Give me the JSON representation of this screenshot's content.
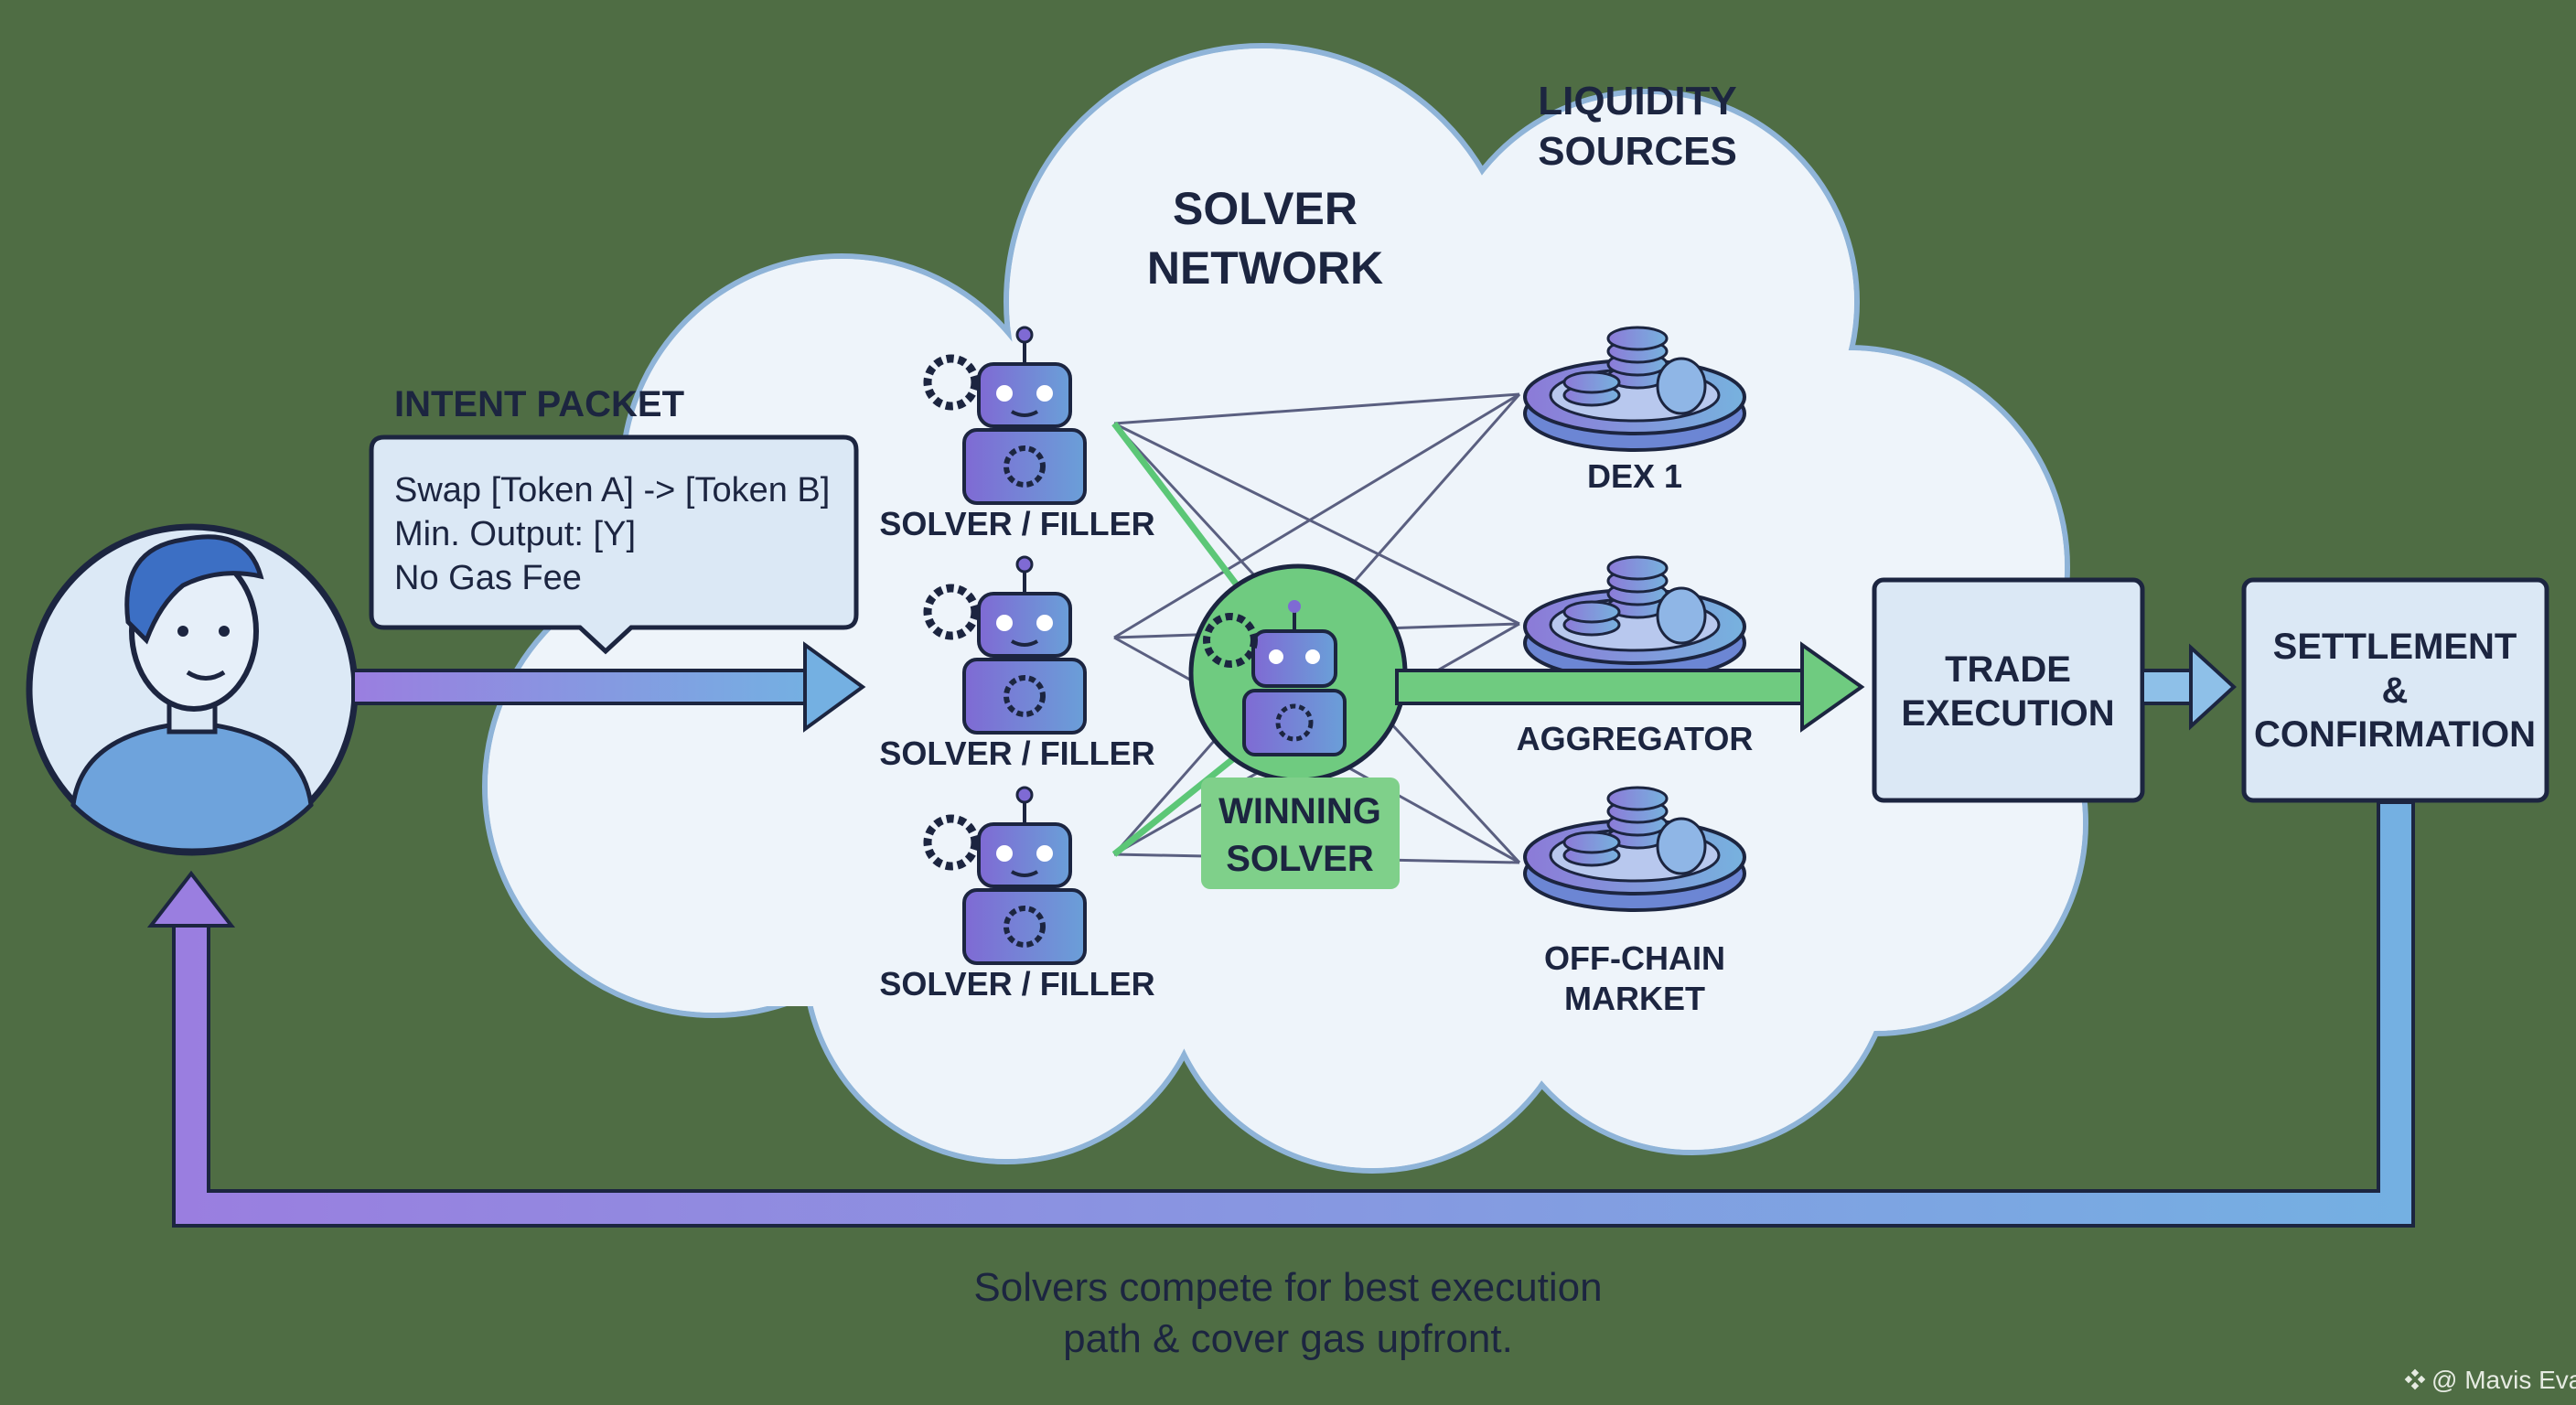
{
  "title": "SOLVER NETWORK",
  "title_lines": [
    "SOLVER",
    "NETWORK"
  ],
  "liquidity_title_lines": [
    "LIQUIDITY",
    "SOURCES"
  ],
  "intent_packet": {
    "label": "INTENT PACKET",
    "lines": [
      "Swap [Token A] -> [Token B]",
      "Min. Output: [Y]",
      "No Gas Fee"
    ]
  },
  "solvers": [
    {
      "label": "SOLVER / FILLER"
    },
    {
      "label": "SOLVER / FILLER"
    },
    {
      "label": "SOLVER / FILLER"
    }
  ],
  "winning_solver": {
    "lines": [
      "WINNING",
      "SOLVER"
    ]
  },
  "liquidity_sources": [
    {
      "lines": [
        "DEX 1"
      ]
    },
    {
      "lines": [
        "AGGREGATOR"
      ]
    },
    {
      "lines": [
        "OFF-CHAIN",
        "MARKET"
      ]
    }
  ],
  "trade_execution": {
    "lines": [
      "TRADE",
      "EXECUTION"
    ]
  },
  "settlement": {
    "lines": [
      "SETTLEMENT",
      "&",
      "CONFIRMATION"
    ]
  },
  "caption_lines": [
    "Solvers compete for best execution",
    "path & cover gas upfront."
  ],
  "watermark": "@ Mavis Evan",
  "colors": {
    "background": "#4f6d44",
    "cloud": "#eef4fa",
    "box": "#dbe8f5",
    "winning": "#7fd08a",
    "purple": "#8b78d8",
    "blue": "#79aee0",
    "text": "#1c2540"
  }
}
